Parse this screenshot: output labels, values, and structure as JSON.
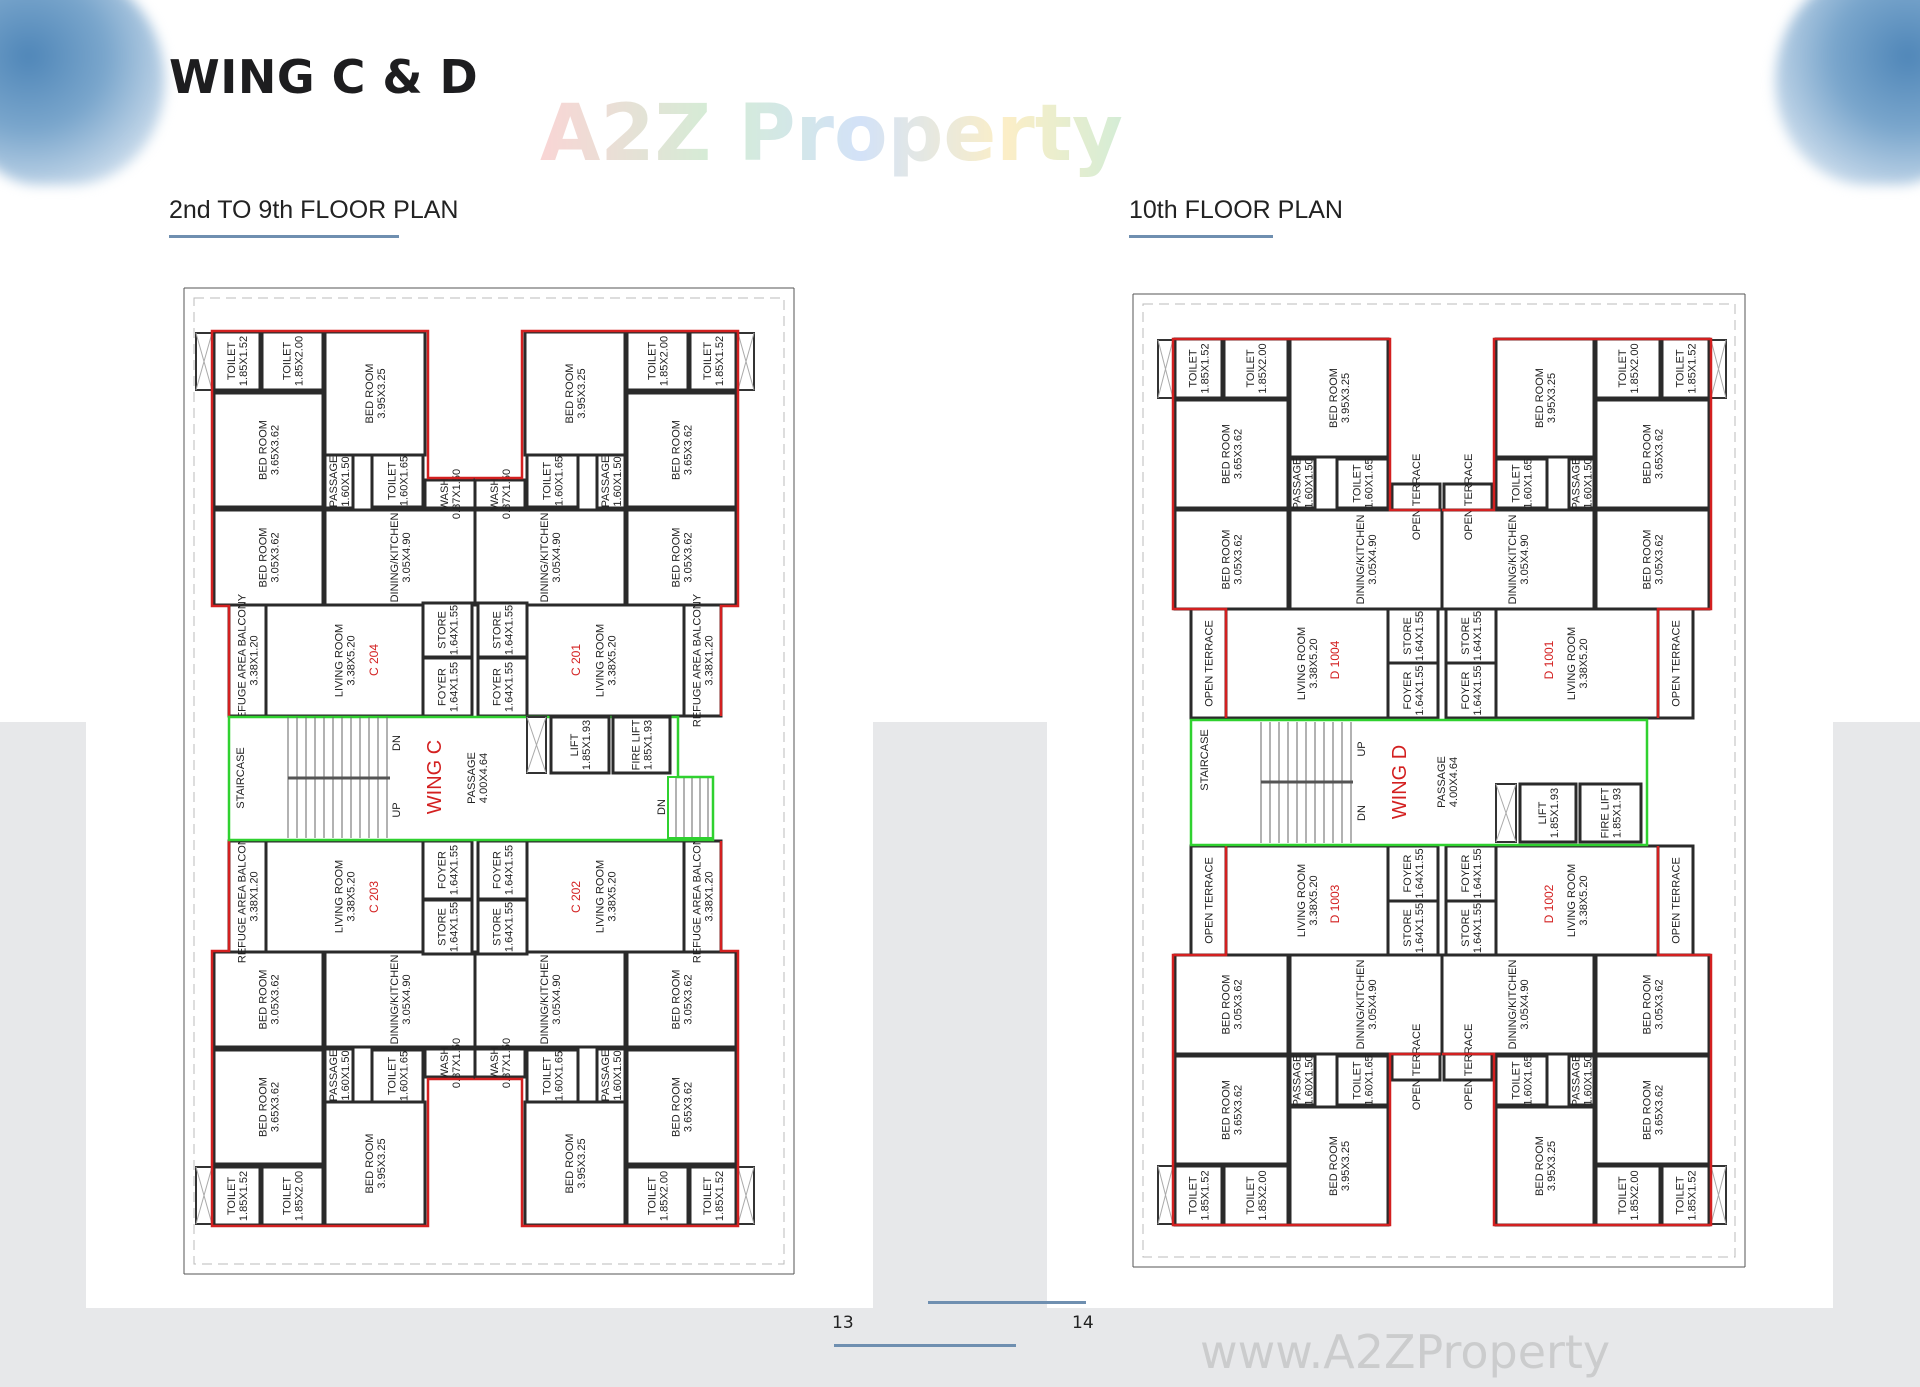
{
  "header": {
    "title": "WING C & D"
  },
  "pages": {
    "left": "13",
    "right": "14"
  },
  "colors": {
    "accent_line": "#6f8fb0",
    "unit_outline": "#d32020",
    "core_outline": "#2fd12f",
    "watercolor": "#4f86b8"
  },
  "watermarks": {
    "logo": "A2Z Property",
    "site": "www.A2ZProperty"
  },
  "plans": [
    {
      "subtitle": "2nd TO 9th FLOOR PLAN",
      "wing_label": "WING C",
      "units": [
        "C 204",
        "C 201",
        "C 203",
        "C 202"
      ],
      "rooms": {
        "t1": {
          "name": "TOILET",
          "size": "1.85X1.52"
        },
        "t2": {
          "name": "TOILET",
          "size": "1.85X2.00"
        },
        "bed1": {
          "name": "BED ROOM",
          "size": "3.95X3.25"
        },
        "bed2": {
          "name": "BED ROOM",
          "size": "3.65X3.62"
        },
        "passage": {
          "name": "PASSAGE",
          "size": "1.60X1.50"
        },
        "t3": {
          "name": "TOILET",
          "size": "1.60X1.65"
        },
        "bed3": {
          "name": "BED ROOM",
          "size": "3.05X3.62"
        },
        "dining": {
          "name": "DINING/KITCHEN",
          "size": "3.05X4.90"
        },
        "living": {
          "name": "LIVING ROOM",
          "size": "3.38X5.20"
        },
        "store": {
          "name": "STORE",
          "size": "1.64X1.55"
        },
        "foyer": {
          "name": "FOYER",
          "size": "1.64X1.55"
        },
        "side": {
          "name": "REFUGE AREA BALCONY",
          "size": "3.38X1.20"
        },
        "small": {
          "name": "WASH",
          "size": "0.87X1.50"
        }
      },
      "core": {
        "staircase": "STAIRCASE",
        "passage": "PASSAGE",
        "passage_size": "4.00X4.64",
        "lift": "LIFT",
        "lift_size": "1.85X1.93",
        "fire_lift": "FIRE LIFT",
        "fire_lift_size": "1.85X1.93",
        "up": "UP",
        "dn": "DN"
      }
    },
    {
      "subtitle": "10th FLOOR PLAN",
      "wing_label": "WING D",
      "units": [
        "D 1004",
        "D 1001",
        "D 1003",
        "D 1002"
      ],
      "rooms": {
        "t1": {
          "name": "TOILET",
          "size": "1.85X1.52"
        },
        "t2": {
          "name": "TOILET",
          "size": "1.85X2.00"
        },
        "bed1": {
          "name": "BED ROOM",
          "size": "3.95X3.25"
        },
        "bed2": {
          "name": "BED ROOM",
          "size": "3.65X3.62"
        },
        "passage": {
          "name": "PASSAGE",
          "size": "1.60X1.50"
        },
        "t3": {
          "name": "TOILET",
          "size": "1.60X1.65"
        },
        "bed3": {
          "name": "BED ROOM",
          "size": "3.05X3.62"
        },
        "dining": {
          "name": "DINING/KITCHEN",
          "size": "3.05X4.90"
        },
        "living": {
          "name": "LIVING ROOM",
          "size": "3.38X5.20"
        },
        "store": {
          "name": "STORE",
          "size": "1.64X1.55"
        },
        "foyer": {
          "name": "FOYER",
          "size": "1.64X1.55"
        },
        "side": {
          "name": "OPEN TERRACE",
          "size": ""
        },
        "small": {
          "name": "OPEN TERRACE",
          "size": ""
        }
      },
      "core": {
        "staircase": "STAIRCASE",
        "passage": "PASSAGE",
        "passage_size": "4.00X4.64",
        "lift": "LIFT",
        "lift_size": "1.85X1.93",
        "fire_lift": "FIRE LIFT",
        "fire_lift_size": "1.85X1.93",
        "up": "UP",
        "dn": "DN"
      }
    }
  ]
}
